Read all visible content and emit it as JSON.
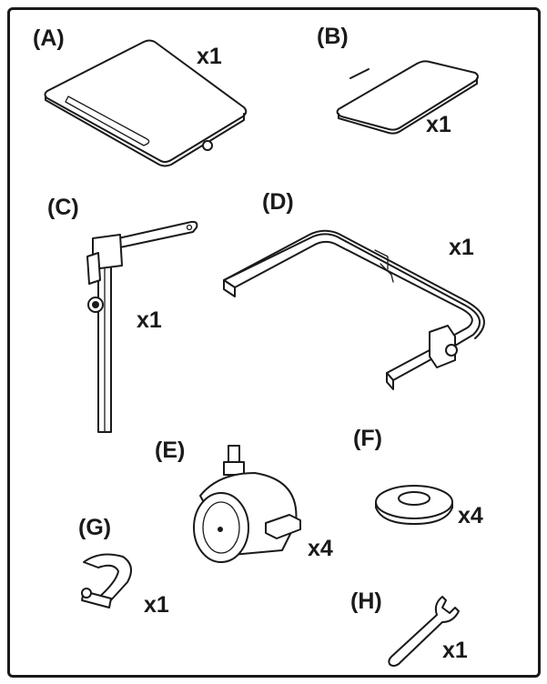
{
  "parts": [
    {
      "id": "A",
      "label": "(A)",
      "qty": "x1"
    },
    {
      "id": "B",
      "label": "(B)",
      "qty": "x1"
    },
    {
      "id": "C",
      "label": "(C)",
      "qty": "x1"
    },
    {
      "id": "D",
      "label": "(D)",
      "qty": "x1"
    },
    {
      "id": "E",
      "label": "(E)",
      "qty": "x4"
    },
    {
      "id": "F",
      "label": "(F)",
      "qty": "x4"
    },
    {
      "id": "G",
      "label": "(G)",
      "qty": "x1"
    },
    {
      "id": "H",
      "label": "(H)",
      "qty": "x1"
    }
  ]
}
